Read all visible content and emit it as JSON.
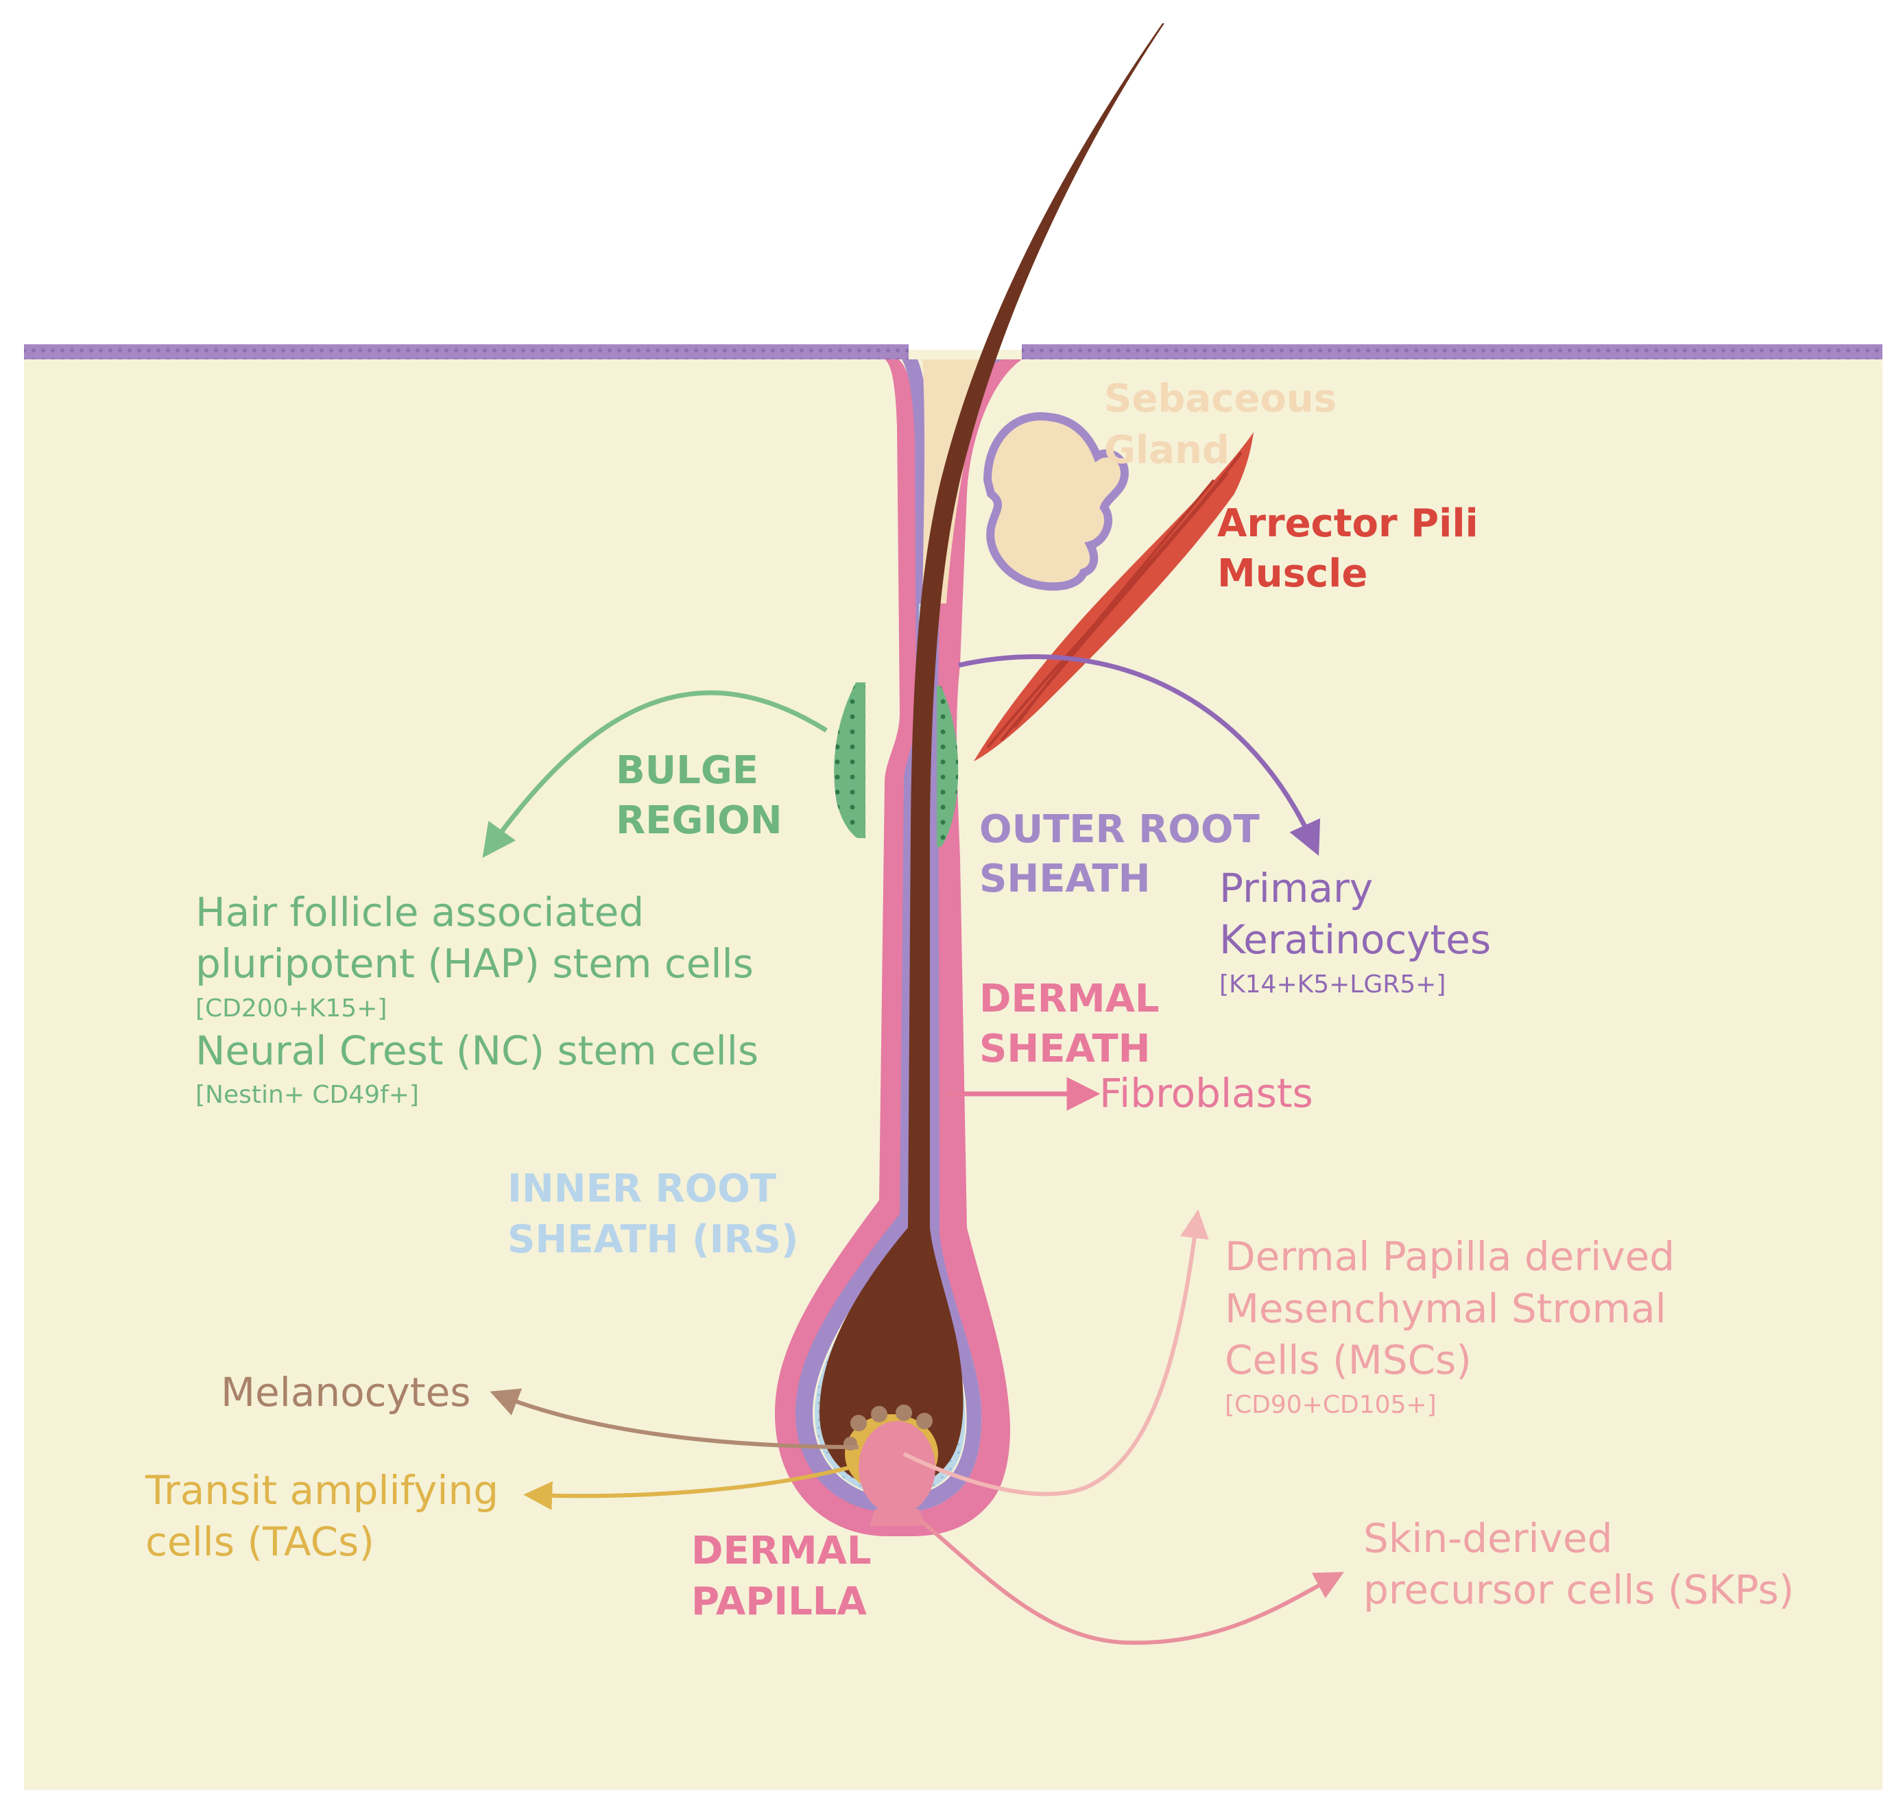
{
  "colors": {
    "dermis": "#f5f2d8",
    "epidermis": "#a687c4",
    "dermal_sheath": "#e57aa2",
    "outer_root_sheath": "#a28ac8",
    "inner_root_sheath": "#bcd8e8",
    "hair_shaft": "#6e341f",
    "bulge": "#6fb581",
    "sebaceous": "#f4dfbb",
    "muscle": "#d9503f",
    "melanocyte": "#a9826a",
    "tac": "#dfb44a",
    "papilla": "#e88aa0",
    "label_green": "#6fb581",
    "label_purple": "#9068b5",
    "label_pink": "#e87a9c",
    "label_lightpink": "#efa3a7",
    "label_blue": "#b7d4ea",
    "label_red": "#d9463b",
    "label_peach": "#f4d9b7",
    "label_brown": "#a9826a",
    "label_gold": "#dfb44a"
  },
  "structures": {
    "sebaceous_gland": [
      "Sebaceous",
      "Gland"
    ],
    "arrector_pili": [
      "Arrector Pili",
      "Muscle"
    ],
    "bulge_region": [
      "BULGE",
      "REGION"
    ],
    "outer_root_sheath": [
      "OUTER ROOT",
      "SHEATH"
    ],
    "dermal_sheath": [
      "DERMAL",
      "SHEATH"
    ],
    "inner_root_sheath": [
      "INNER ROOT",
      "SHEATH (IRS)"
    ],
    "dermal_papilla": [
      "DERMAL",
      "PAPILLA"
    ]
  },
  "cells": {
    "hap": {
      "lines": [
        "Hair follicle associated",
        "pluripotent (HAP) stem cells"
      ],
      "markers": "[CD200+K15+]"
    },
    "nc": {
      "lines": [
        "Neural Crest (NC) stem cells"
      ],
      "markers": "[Nestin+ CD49f+]"
    },
    "keratinocytes": {
      "lines": [
        "Primary",
        "Keratinocytes"
      ],
      "markers": "[K14+K5+LGR5+]"
    },
    "fibroblasts": {
      "lines": [
        "Fibroblasts"
      ]
    },
    "msc": {
      "lines": [
        "Dermal Papilla derived",
        "Mesenchymal Stromal",
        "Cells (MSCs)"
      ],
      "markers": "[CD90+CD105+]"
    },
    "melanocytes": {
      "lines": [
        "Melanocytes"
      ]
    },
    "tac": {
      "lines": [
        "Transit amplifying",
        "cells (TACs)"
      ]
    },
    "skp": {
      "lines": [
        "Skin-derived",
        "precursor cells (SKPs)"
      ]
    }
  }
}
